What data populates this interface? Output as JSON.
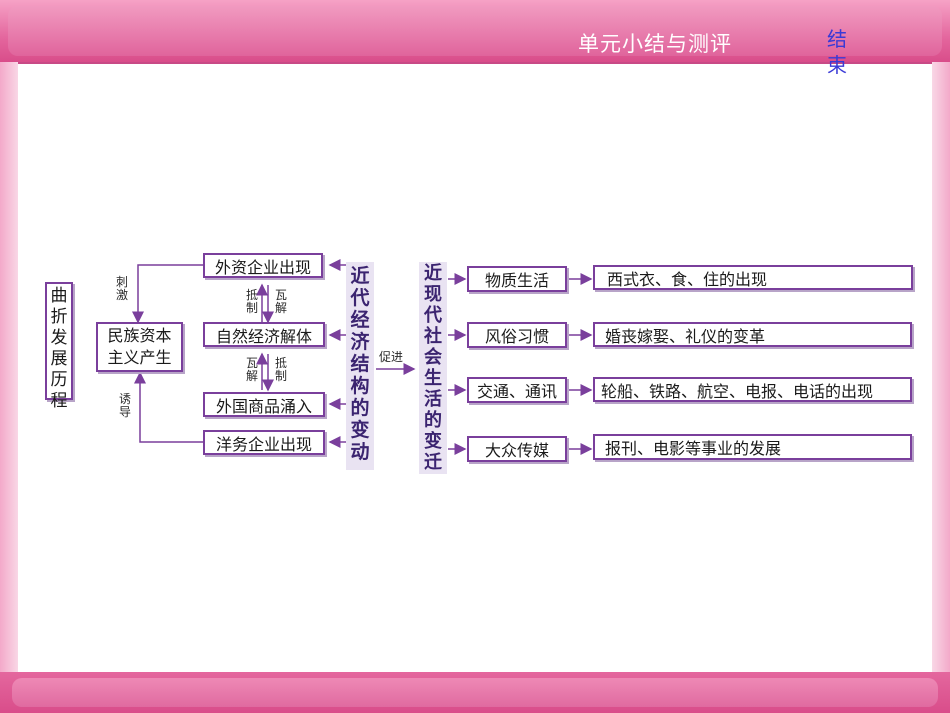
{
  "header": {
    "title": "单元小结与测评",
    "end_link": "结束"
  },
  "diagram": {
    "left_box": "曲折发展历程",
    "capitalism_box": "民族资本主义产生",
    "stimulate_label": "刺激",
    "induce_label": "诱导",
    "economy_items": [
      "外资企业出现",
      "自然经济解体",
      "外国商品涌入",
      "洋务企业出现"
    ],
    "resist_label_1": "抵制",
    "disintegrate_label_1": "瓦解",
    "disintegrate_label_2": "瓦解",
    "resist_label_2": "抵制",
    "economy_center": "近代经济结构的变动",
    "promote_label": "促进",
    "society_center": "近现代社会生活的变迁",
    "life_categories": [
      "物质生活",
      "风俗习惯",
      "交通、通讯",
      "大众传媒"
    ],
    "life_details": [
      "西式衣、食、住的出现",
      "婚丧嫁娶、礼仪的变革",
      "轮船、铁路、航空、电报、电话的出现",
      "报刊、电影等事业的发展"
    ]
  },
  "colors": {
    "frame_pink": "#e4679e",
    "box_border": "#7a3f9c",
    "arrow": "#7a3f9c",
    "link_blue": "#3a3ad6"
  }
}
